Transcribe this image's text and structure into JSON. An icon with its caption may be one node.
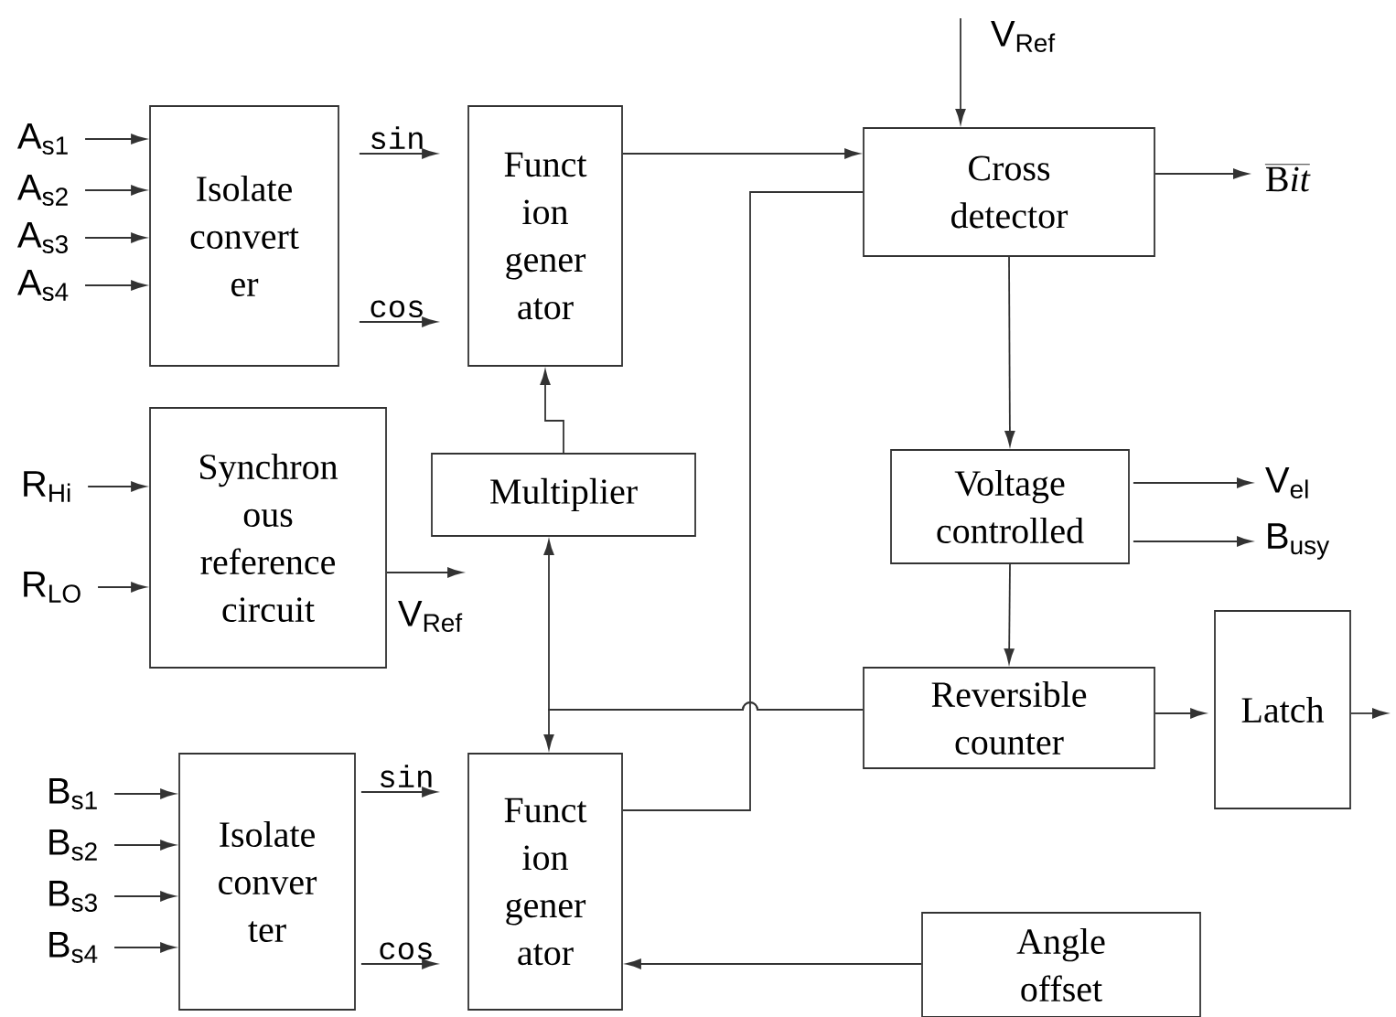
{
  "diagram": {
    "nodes": [
      {
        "text": [
          "A$_{s1}$"
        ]
      },
      {
        "text": [
          "A$_{s2}$"
        ]
      },
      {
        "text": [
          "A$_{s3}$"
        ]
      },
      {
        "text": [
          "A$_{s4}$"
        ]
      },
      {
        "text": [
          "Isolate convert er"
        ]
      },
      {
        "text": [
          "Funct ion gener ator"
        ]
      },
      {
        "text": [
          "R$_{Hi}$"
        ]
      },
      {
        "text": [
          "R$_{LO}$"
        ]
      },
      {
        "text": [
          "Synchron ous reference circuit"
        ]
      },
      {
        "text": [
          "V$_{Ref}$"
        ]
      },
      {
        "text": [
          "Multiplier"
        ]
      },
      {
        "text": [
          "V$_{Ref}$"
        ]
      },
      {
        "text": [
          "Cross detector"
        ]
      },
      {
        "text": [
          "\\overline{\\mathrm{B}\\mathit{it}}"
        ]
      },
      {
        "text": [
          "Voltage controlled"
        ]
      },
      {
        "text": [
          "V$_{el}$"
        ]
      },
      {
        "text": [
          "B$_{usy}$"
        ]
      },
      {
        "text": [
          "Reversible counter"
        ]
      },
      {
        "text": [
          "Latch"
        ]
      },
      {
        "text": [
          "B$_{s1}$"
        ]
      },
      {
        "text": [
          "B$_{s2}$"
        ]
      },
      {
        "text": [
          "B$_{s3}$"
        ]
      },
      {
        "text": [
          "B$_{s4}$"
        ]
      },
      {
        "text": [
          "Isolate conver ter"
        ]
      },
      {
        "text": [
          "Funct ion gener ator"
        ]
      },
      {
        "text": [
          "Angle offset"
        ]
      }
    ],
    "edges": [
      {
        "from": 0,
        "to": 4,
        "arrow": "to"
      },
      {
        "from": 1,
        "to": 4,
        "arrow": "to"
      },
      {
        "from": 2,
        "to": 4,
        "arrow": "to"
      },
      {
        "from": 3,
        "to": 4,
        "arrow": "to"
      },
      {
        "from": 4,
        "to": 5,
        "arrow": "to",
        "label": "sin"
      },
      {
        "from": 4,
        "to": 5,
        "arrow": "to",
        "label": "cos"
      },
      {
        "from": 5,
        "to": 12,
        "arrow": "to"
      },
      {
        "from": 6,
        "to": 8,
        "arrow": "to"
      },
      {
        "from": 7,
        "to": 8,
        "arrow": "to"
      },
      {
        "from": 8,
        "to": 9,
        "arrow": "to"
      },
      {
        "from": 10,
        "to": 5,
        "arrow": "to"
      },
      {
        "from": 11,
        "to": 12,
        "arrow": "to"
      },
      {
        "from": 12,
        "to": 13,
        "arrow": "to"
      },
      {
        "from": 12,
        "to": 14,
        "arrow": "to"
      },
      {
        "from": 14,
        "to": 15,
        "arrow": "to"
      },
      {
        "from": 14,
        "to": 16,
        "arrow": "to"
      },
      {
        "from": 14,
        "to": 17,
        "arrow": "to"
      },
      {
        "from": 17,
        "to": 18,
        "arrow": "to"
      },
      {
        "from": 18,
        "to": null,
        "arrow": "to"
      },
      {
        "from": 19,
        "to": 23,
        "arrow": "to"
      },
      {
        "from": 20,
        "to": 23,
        "arrow": "to"
      },
      {
        "from": 21,
        "to": 23,
        "arrow": "to"
      },
      {
        "from": 22,
        "to": 23,
        "arrow": "to"
      },
      {
        "from": 23,
        "to": 24,
        "arrow": "to",
        "label": "sin"
      },
      {
        "from": 23,
        "to": 24,
        "arrow": "to",
        "label": "cos"
      },
      {
        "from": 24,
        "to": 12,
        "arrow": "none"
      },
      {
        "from": 17,
        "to": 10,
        "arrow": "to"
      },
      {
        "from": 17,
        "to": 24,
        "arrow": "to"
      },
      {
        "from": 25,
        "to": 24,
        "arrow": "to"
      }
    ]
  }
}
